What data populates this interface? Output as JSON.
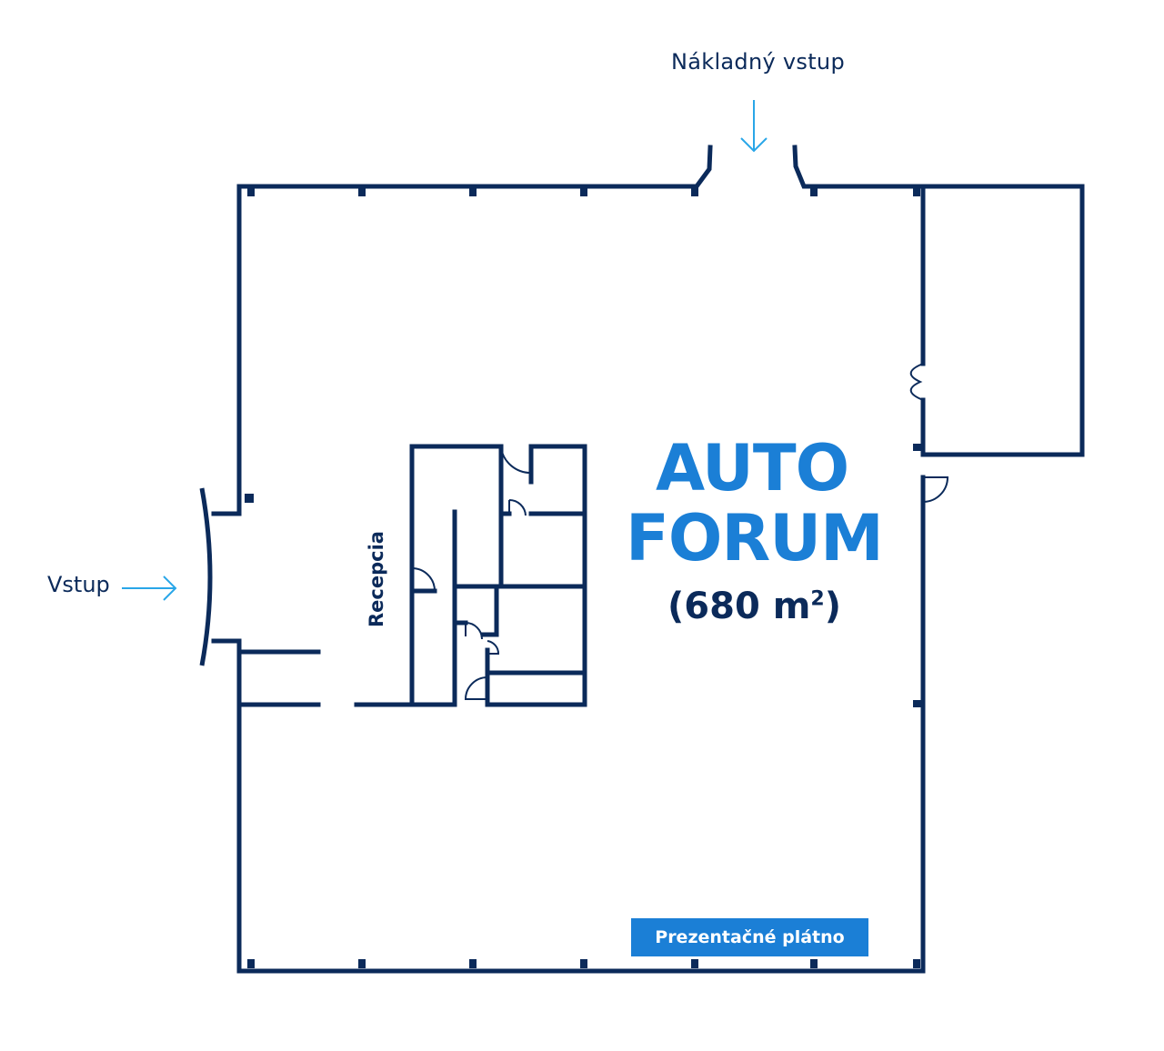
{
  "labels": {
    "loading_entrance": "Nákladný vstup",
    "entrance": "Vstup",
    "reception": "Recepcia",
    "title_line1": "AUTO",
    "title_line2": "FORUM",
    "area_value": "(680 m",
    "area_sup": "2",
    "area_close": ")",
    "screen": "Prezentačné plátno"
  },
  "colors": {
    "wall": "#0b2a5a",
    "accent": "#1b7fd6",
    "arrow": "#29a6e8",
    "background": "#ffffff"
  },
  "icons": [
    "arrow-down-icon",
    "arrow-right-icon",
    "door-swing-icon",
    "column-icon"
  ]
}
